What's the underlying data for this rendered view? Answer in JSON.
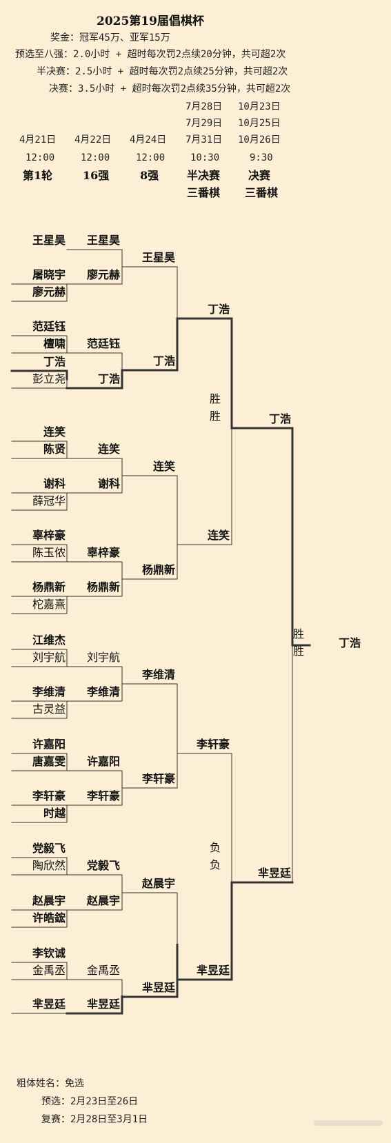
{
  "header": {
    "title": "2025第19届倡棋杯",
    "prize": "奖金：冠军45万、亚军15万",
    "prelim_rule": "预选至八强：2.0小时 + 超时每次罚2点续20分钟，共可超2次",
    "semi_rule": "半决赛：2.5小时 + 超时每次罚2点续25分钟，共可超2次",
    "final_rule": "决赛：3.5小时 + 超时每次罚2点续35分钟，共可超2次"
  },
  "schedule": {
    "semi_dates": [
      "7月28日",
      "7月29日",
      "7月31日"
    ],
    "final_dates": [
      "10月23日",
      "10月25日",
      "10月26日"
    ],
    "r1_date": "4月21日",
    "r2_date": "4月22日",
    "r3_date": "4月24日",
    "r1_time": "12:00",
    "r2_time": "12:00",
    "r3_time": "12:00",
    "semi_time": "10:30",
    "final_time": "9:30",
    "r1_label": "第1轮",
    "r2_label": "16强",
    "r3_label": "8强",
    "semi_label": "半决赛",
    "final_label": "决赛",
    "semi_format": "三番棋",
    "final_format": "三番棋"
  },
  "bracket": {
    "round1": [
      {
        "name": "王星昊",
        "bold": true
      },
      {
        "name": "屠晓宇",
        "bold": true
      },
      {
        "name": "廖元赫",
        "bold": true
      },
      {
        "name": "范廷钰",
        "bold": true
      },
      {
        "name": "檀啸",
        "bold": true
      },
      {
        "name": "丁浩",
        "bold": true
      },
      {
        "name": "彭立尧",
        "bold": false
      },
      {
        "name": "连笑",
        "bold": true
      },
      {
        "name": "陈贤",
        "bold": true
      },
      {
        "name": "谢科",
        "bold": true
      },
      {
        "name": "薛冠华",
        "bold": false
      },
      {
        "name": "辜梓豪",
        "bold": true
      },
      {
        "name": "陈玉侬",
        "bold": false
      },
      {
        "name": "杨鼎新",
        "bold": true
      },
      {
        "name": "柁嘉熹",
        "bold": false
      },
      {
        "name": "江维杰",
        "bold": true
      },
      {
        "name": "刘宇航",
        "bold": false
      },
      {
        "name": "李维清",
        "bold": true
      },
      {
        "name": "古灵益",
        "bold": false
      },
      {
        "name": "许嘉阳",
        "bold": true
      },
      {
        "name": "唐嘉雯",
        "bold": true
      },
      {
        "name": "李轩豪",
        "bold": true
      },
      {
        "name": "时越",
        "bold": true
      },
      {
        "name": "党毅飞",
        "bold": true
      },
      {
        "name": "陶欣然",
        "bold": false
      },
      {
        "name": "赵晨宇",
        "bold": true
      },
      {
        "name": "许皓鋐",
        "bold": true
      },
      {
        "name": "李钦诚",
        "bold": true
      },
      {
        "name": "金禹丞",
        "bold": false
      },
      {
        "name": "芈昱廷",
        "bold": true
      }
    ],
    "round2": [
      {
        "name": "王星昊",
        "bold": true
      },
      {
        "name": "廖元赫",
        "bold": true
      },
      {
        "name": "范廷钰",
        "bold": true
      },
      {
        "name": "丁浩",
        "bold": true
      },
      {
        "name": "连笑",
        "bold": true
      },
      {
        "name": "谢科",
        "bold": true
      },
      {
        "name": "辜梓豪",
        "bold": true
      },
      {
        "name": "杨鼎新",
        "bold": true
      },
      {
        "name": "刘宇航",
        "bold": false
      },
      {
        "name": "李维清",
        "bold": true
      },
      {
        "name": "许嘉阳",
        "bold": true
      },
      {
        "name": "李轩豪",
        "bold": true
      },
      {
        "name": "党毅飞",
        "bold": true
      },
      {
        "name": "赵晨宇",
        "bold": true
      },
      {
        "name": "金禹丞",
        "bold": false
      },
      {
        "name": "芈昱廷",
        "bold": true
      }
    ],
    "round3": [
      {
        "name": "王星昊",
        "bold": true
      },
      {
        "name": "丁浩",
        "bold": true
      },
      {
        "name": "连笑",
        "bold": true
      },
      {
        "name": "杨鼎新",
        "bold": true
      },
      {
        "name": "李维清",
        "bold": true
      },
      {
        "name": "李轩豪",
        "bold": true
      },
      {
        "name": "赵晨宇",
        "bold": true
      },
      {
        "name": "芈昱廷",
        "bold": true
      }
    ],
    "semifinal": [
      {
        "name": "丁浩",
        "bold": true
      },
      {
        "name": "连笑",
        "bold": true
      },
      {
        "name": "李轩豪",
        "bold": true
      },
      {
        "name": "芈昱廷",
        "bold": true
      }
    ],
    "final": [
      {
        "name": "丁浩",
        "bold": true
      },
      {
        "name": "芈昱廷",
        "bold": true
      }
    ],
    "champion": "丁浩",
    "semi1_results": [
      "胜",
      "胜"
    ],
    "semi2_results": [
      "负",
      "负"
    ],
    "final_results": [
      "胜",
      "胜"
    ]
  },
  "footer": {
    "legend": "粗体姓名：免选",
    "prelim": "预选：2月23日至26日",
    "rematch": "复赛：2月28日至3月1日"
  }
}
